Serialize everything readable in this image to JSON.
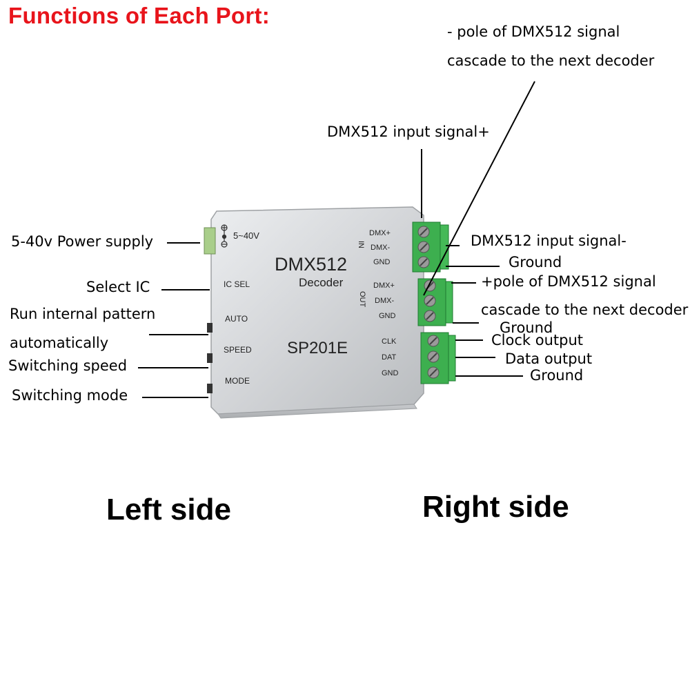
{
  "title": "Functions of Each Port:",
  "side_labels": {
    "left": "Left side",
    "right": "Right side"
  },
  "device": {
    "name": "DMX512",
    "subtitle": "Decoder",
    "model": "SP201E",
    "power_marking": "5~40V",
    "ic_sel": "IC SEL",
    "auto": "AUTO",
    "speed": "SPEED",
    "mode": "MODE",
    "in_label": "IN",
    "out_label": "OUT",
    "in_pins": [
      "DMX+",
      "DMX-",
      "GND"
    ],
    "out_pins": [
      "DMX+",
      "DMX-",
      "GND"
    ],
    "data_pins": [
      "CLK",
      "DAT",
      "GND"
    ]
  },
  "left_callouts": {
    "power": "5-40v Power supply",
    "select_ic": "Select IC",
    "auto_line1": "Run internal pattern",
    "auto_line2": "automatically",
    "speed": "Switching speed",
    "mode": "Switching mode"
  },
  "right_callouts": {
    "neg_pole_line1": "- pole of DMX512 signal",
    "neg_pole_line2": "cascade to the next decoder",
    "input_plus": "DMX512 input signal+",
    "input_minus": "DMX512 input signal-",
    "ground_in": "Ground",
    "pos_pole_line1": "+pole of DMX512 signal",
    "pos_pole_line2": "cascade to the next decoder",
    "ground_out": "Ground",
    "clock": "Clock output",
    "data": "Data output",
    "ground_data": "Ground"
  },
  "colors": {
    "title": "#e8141b",
    "terminal": "#3daf4f",
    "housing": "#cfd1d4"
  }
}
